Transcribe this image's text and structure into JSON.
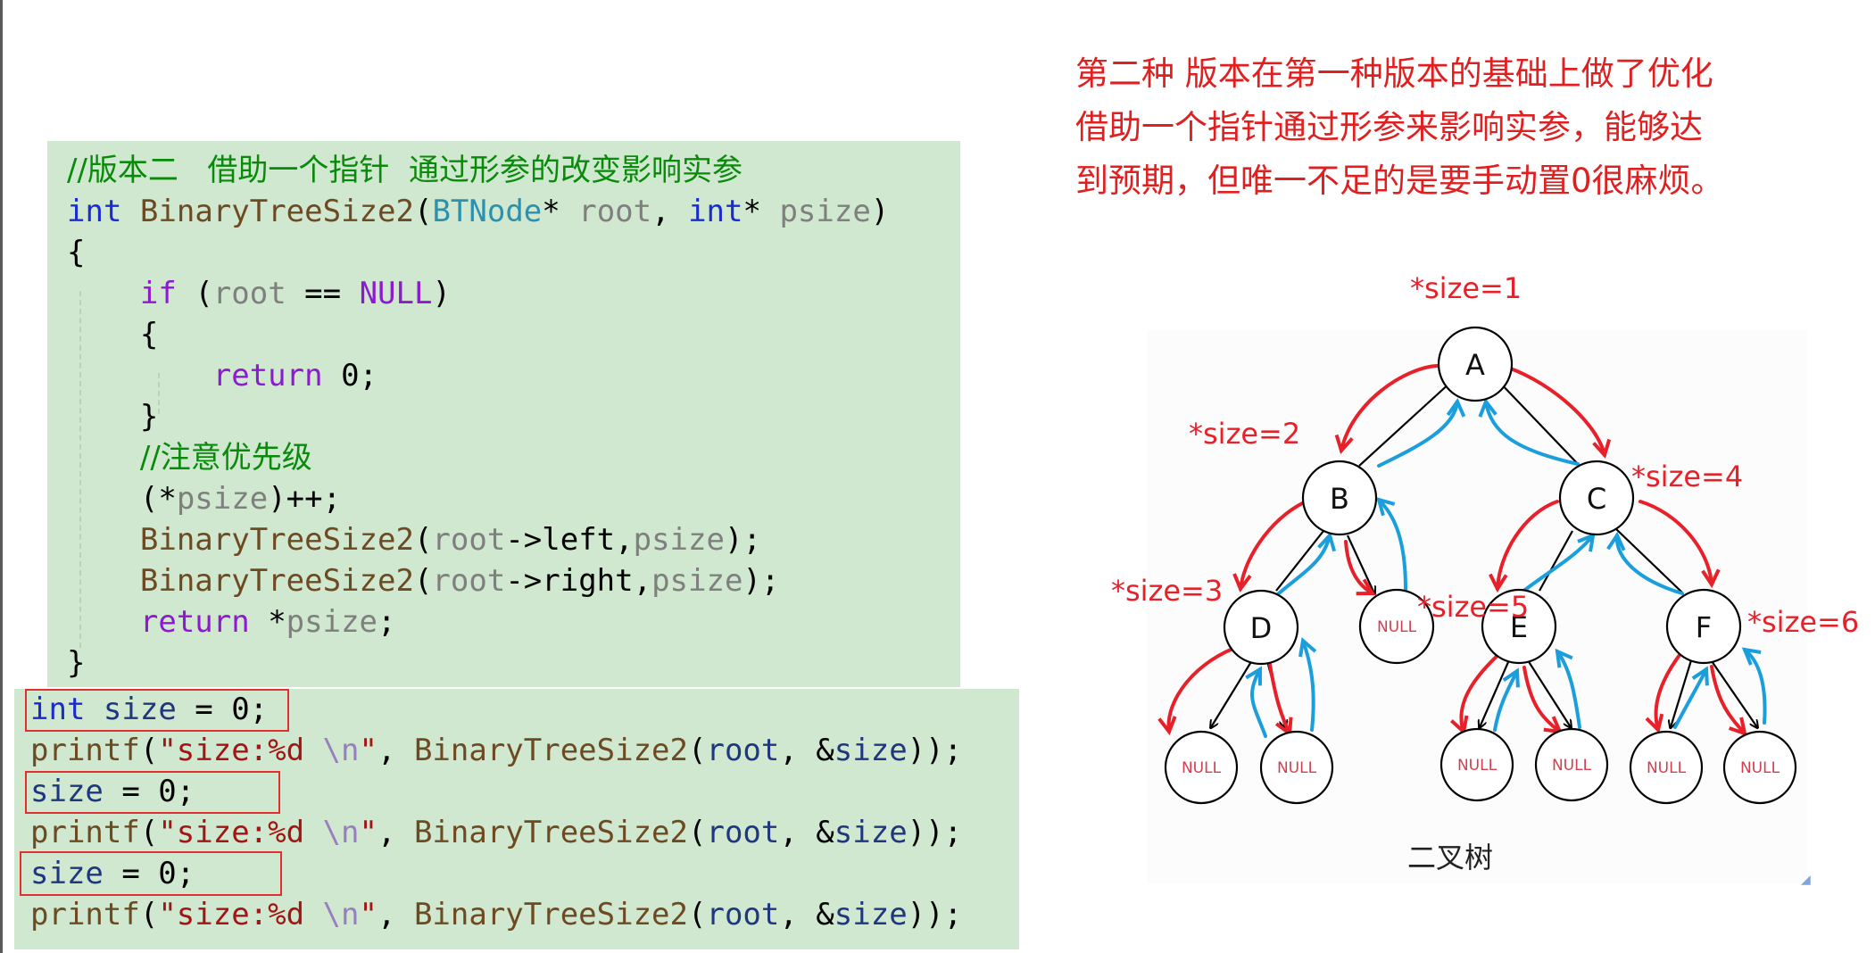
{
  "code_block_1": {
    "lines": [
      "//版本二   借助一个指针  通过形参的改变影响实参",
      "int BinaryTreeSize2(BTNode* root, int* psize)",
      "{",
      "    if (root == NULL)",
      "    {",
      "        return 0;",
      "    }",
      "    //注意优先级",
      "    (*psize)++;",
      "    BinaryTreeSize2(root->left,psize);",
      "    BinaryTreeSize2(root->right,psize);",
      "    return *psize;",
      "}"
    ]
  },
  "code_block_2": {
    "lines": [
      "int size = 0;",
      "printf(\"size:%d \\n\", BinaryTreeSize2(root, &size));",
      "size = 0;",
      "printf(\"size:%d \\n\", BinaryTreeSize2(root, &size));",
      "size = 0;",
      "printf(\"size:%d \\n\", BinaryTreeSize2(root, &size));"
    ]
  },
  "note": {
    "lines": [
      "第二种 版本在第一种版本的基础上做了优化",
      "借助一个指针通过形参来影响实参，能够达",
      "到预期，但唯一不足的是要手动置0很麻烦。"
    ]
  },
  "diagram": {
    "caption": "二叉树",
    "nodes": [
      "A",
      "B",
      "C",
      "D",
      "E",
      "F"
    ],
    "null_label": "NULL",
    "size_labels": [
      "*size=1",
      "*size=2",
      "*size=4",
      "*size=3",
      "*size=5",
      "*size=6"
    ]
  },
  "colors": {
    "code_background": "#cfe8cf",
    "keyword": "#1a2ccf",
    "control_keyword": "#8d1ad1",
    "function": "#6e4a22",
    "type": "#2b91af",
    "parameter": "#7f7f7f",
    "comment": "#0a8a0a",
    "string": "#a31515",
    "annotation_red": "#e02020",
    "arrow_blue": "#1a9fdc"
  }
}
